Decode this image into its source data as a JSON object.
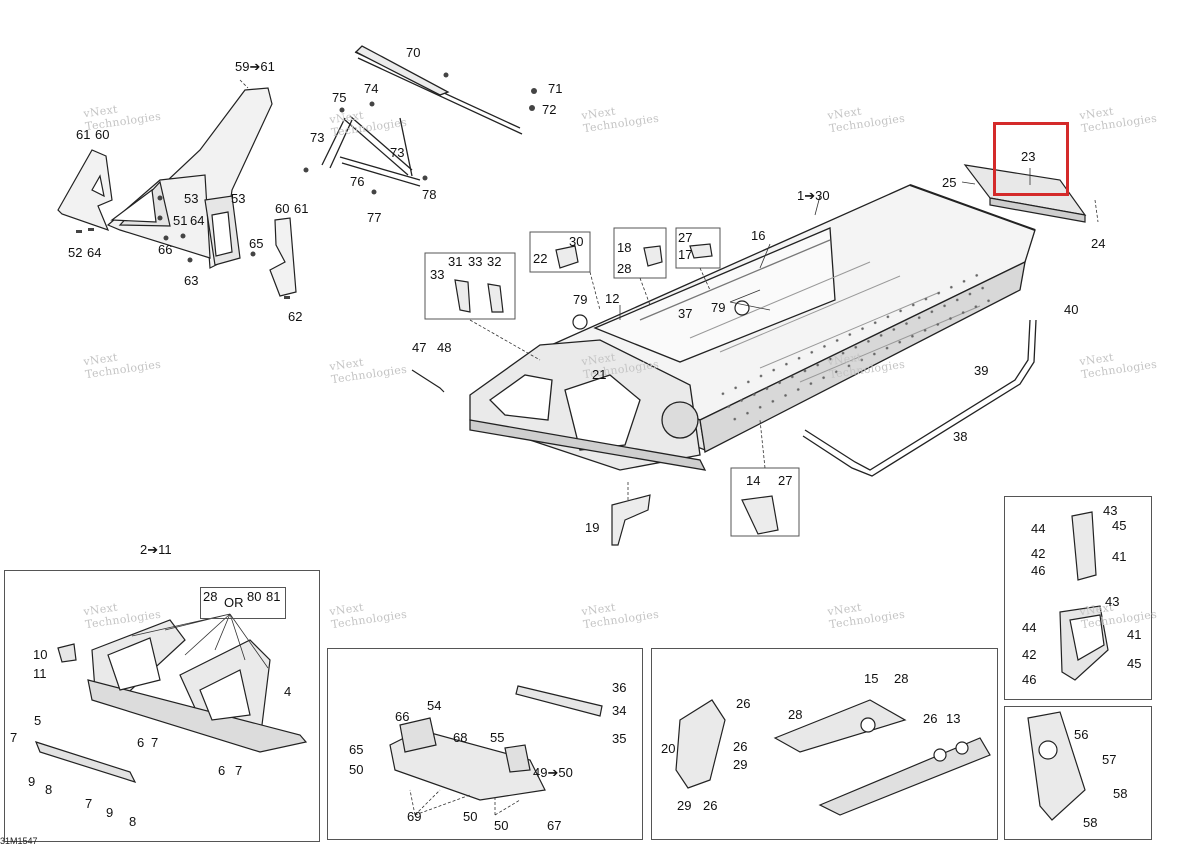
{
  "diagram_id": "31M1547",
  "watermark": {
    "line1": "vNext",
    "line2": "Technologies"
  },
  "highlight_part": "23",
  "callouts": {
    "c59_61": "59➔61",
    "c70": "70",
    "c71": "71",
    "c72": "72",
    "c75": "75",
    "c74": "74",
    "c73a": "73",
    "c73b": "73",
    "c76": "76",
    "c77": "77",
    "c78": "78",
    "c61a": "61",
    "c60a": "60",
    "c53a": "53",
    "c53b": "53",
    "c51": "51",
    "c64a": "64",
    "c66": "66",
    "c52": "52",
    "c64b": "64",
    "c63": "63",
    "c65": "65",
    "c60b": "60",
    "c61b": "61",
    "c62": "62",
    "c1_30": "1➔30",
    "c23": "23",
    "c25": "25",
    "c24": "24",
    "c16": "16",
    "c27a": "27",
    "c17": "17",
    "c18": "18",
    "c28a": "28",
    "c22": "22",
    "c30": "30",
    "c31": "31",
    "c33a": "33",
    "c33b": "33",
    "c32": "32",
    "c79a": "79",
    "c79b": "79",
    "c12": "12",
    "c37": "37",
    "c21": "21",
    "c47": "47",
    "c48": "48",
    "c40": "40",
    "c39": "39",
    "c38": "38",
    "c14": "14",
    "c27b": "27",
    "c19": "19",
    "c2_11": "2➔11",
    "c28b": "28",
    "c_or": "OR",
    "c80": "80",
    "c81": "81",
    "c10": "10",
    "c11": "11",
    "c4": "4",
    "c5": "5",
    "c7a": "7",
    "c6a": "6",
    "c7b": "7",
    "c9a": "9",
    "c8a": "8",
    "c6b": "6",
    "c7c": "7",
    "c7d": "7",
    "c9b": "9",
    "c8b": "8",
    "c36": "36",
    "c34": "34",
    "c35": "35",
    "c66b": "66",
    "c54": "54",
    "c68": "68",
    "c55": "55",
    "c65b": "65",
    "c50a": "50",
    "c49_50": "49➔50",
    "c69": "69",
    "c50b": "50",
    "c50c": "50",
    "c67": "67",
    "c26a": "26",
    "c26b": "26",
    "c20": "20",
    "c29a": "29",
    "c29b": "29",
    "c26c": "26",
    "c15": "15",
    "c28c": "28",
    "c28d": "28",
    "c26d": "26",
    "c13": "13",
    "c43a": "43",
    "c44a": "44",
    "c45a": "45",
    "c42a": "42",
    "c41a": "41",
    "c46a": "46",
    "c43b": "43",
    "c44b": "44",
    "c41b": "41",
    "c42b": "42",
    "c45b": "45",
    "c46b": "46",
    "c56": "56",
    "c57": "57",
    "c58a": "58",
    "c58b": "58"
  }
}
